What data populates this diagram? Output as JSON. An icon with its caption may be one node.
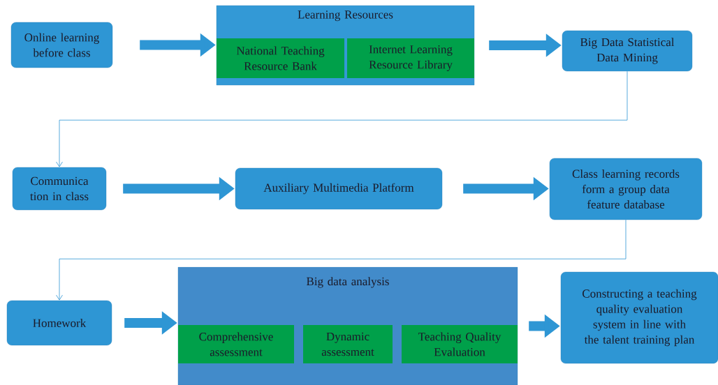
{
  "diagram": {
    "nodes": [
      {
        "text": [
          "Online learning before class"
        ]
      },
      {
        "text": [
          "Learning Resources"
        ]
      },
      {
        "text": [
          "National Teaching Resource Bank"
        ],
        "in": 1
      },
      {
        "text": [
          "Internet Learning Resource Library"
        ],
        "in": 1
      },
      {
        "text": [
          "Big Data Statistical Data Mining"
        ]
      },
      {
        "text": [
          "Communica tion in class"
        ]
      },
      {
        "text": [
          "Auxiliary Multimedia Platform"
        ]
      },
      {
        "text": [
          "Class learning records form a group data feature database"
        ]
      },
      {
        "text": [
          "Homework"
        ]
      },
      {
        "text": [
          "Big data analysis"
        ]
      },
      {
        "text": [
          "Comprehensive assessment"
        ],
        "in": 9
      },
      {
        "text": [
          "Dynamic assessment"
        ],
        "in": 9
      },
      {
        "text": [
          "Teaching Quality Evaluation"
        ],
        "in": 9
      },
      {
        "text": [
          "Constructing a teaching quality evaluation system in line with the talent training plan"
        ]
      }
    ],
    "edges": [
      {
        "from": 0,
        "to": 1,
        "arrow": "to"
      },
      {
        "from": 1,
        "to": 4,
        "arrow": "to"
      },
      {
        "from": 4,
        "to": 5,
        "arrow": "to"
      },
      {
        "from": 5,
        "to": 6,
        "arrow": "to"
      },
      {
        "from": 6,
        "to": 7,
        "arrow": "to"
      },
      {
        "from": 7,
        "to": 8,
        "arrow": "to"
      },
      {
        "from": 8,
        "to": 9,
        "arrow": "to"
      },
      {
        "from": 9,
        "to": 13,
        "arrow": "to"
      }
    ]
  }
}
